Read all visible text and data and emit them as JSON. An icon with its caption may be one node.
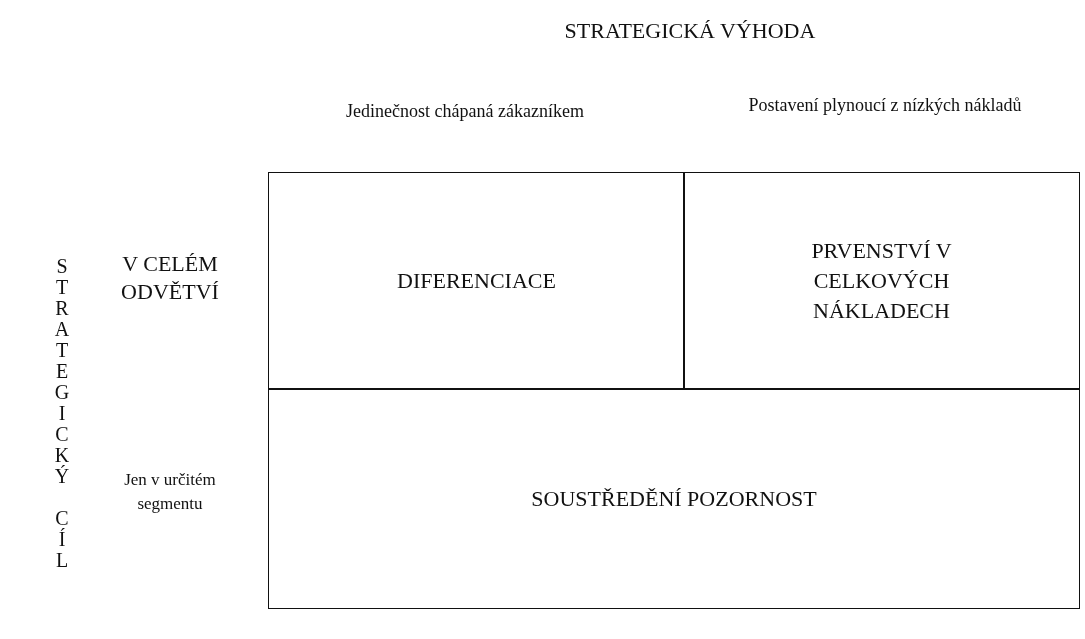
{
  "diagram": {
    "title": "STRATEGICKÁ VÝHODA",
    "nodes": [
      {
        "text": [
          "DIFERENCIACE"
        ]
      },
      {
        "text": [
          "PRVENSTVÍ V CELKOVÝCH NÁKLADECH"
        ]
      },
      {
        "text": [
          "SOUSTŘEDĚNÍ POZORNOST"
        ]
      }
    ],
    "edges": [],
    "labels": [
      "Jedinečnost chápaná zákazníkem",
      "Postavení plynoucí z nízkých nákladů",
      "STRATEGICKÝ CÍL",
      "V CELÉM ODVĚTVÍ",
      "Jen v určitém segmentu"
    ]
  }
}
